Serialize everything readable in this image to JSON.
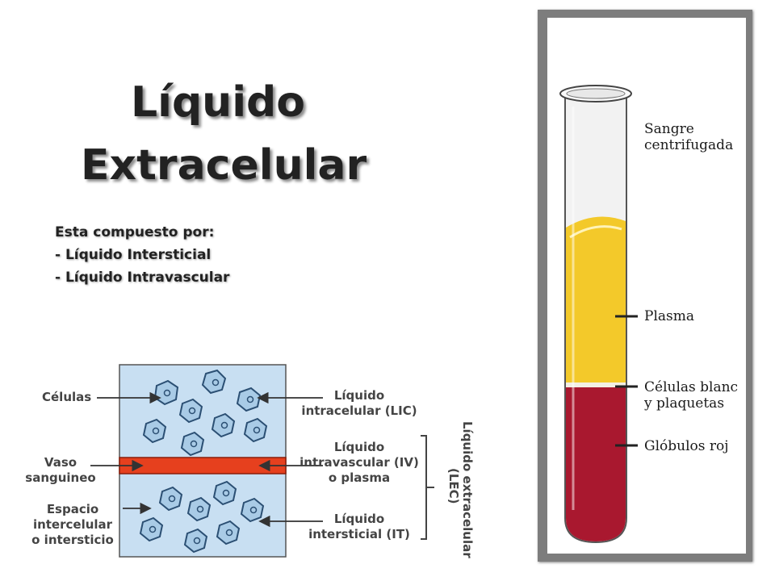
{
  "title": {
    "line1": "Líquido",
    "line2": "Extracelular"
  },
  "composition": {
    "heading": "Esta compuesto por:",
    "items": [
      "- Líquido Intersticial",
      "- Líquido Intravascular"
    ]
  },
  "tube": {
    "labels": {
      "sangre": [
        "Sangre",
        "centrifugada"
      ],
      "plasma": "Plasma",
      "blancas": [
        "Células blanc",
        "y plaquetas"
      ],
      "rojos": "Glóbulos roj"
    },
    "colors": {
      "plasma": "#f3c92a",
      "rbc": "#a9182f",
      "frame": "#7d7d7d"
    }
  },
  "diagram": {
    "left_labels": {
      "celulas": "Células",
      "vaso": [
        "Vaso",
        "sanguineo"
      ],
      "espacio": [
        "Espacio",
        "intercelular",
        "o intersticio"
      ]
    },
    "right_labels": {
      "lic": [
        "Líquido",
        "intracelular (LIC)"
      ],
      "iv": [
        "Líquido",
        "intravascular (IV)",
        "o plasma"
      ],
      "it": [
        "Líquido",
        "intersticial (IT)"
      ]
    },
    "vertical_label": [
      "Líquido extracelular",
      "(LEC)"
    ],
    "colors": {
      "box": "#c8dff2",
      "cell": "#a9cbe6",
      "vessel": "#e6401e"
    }
  }
}
